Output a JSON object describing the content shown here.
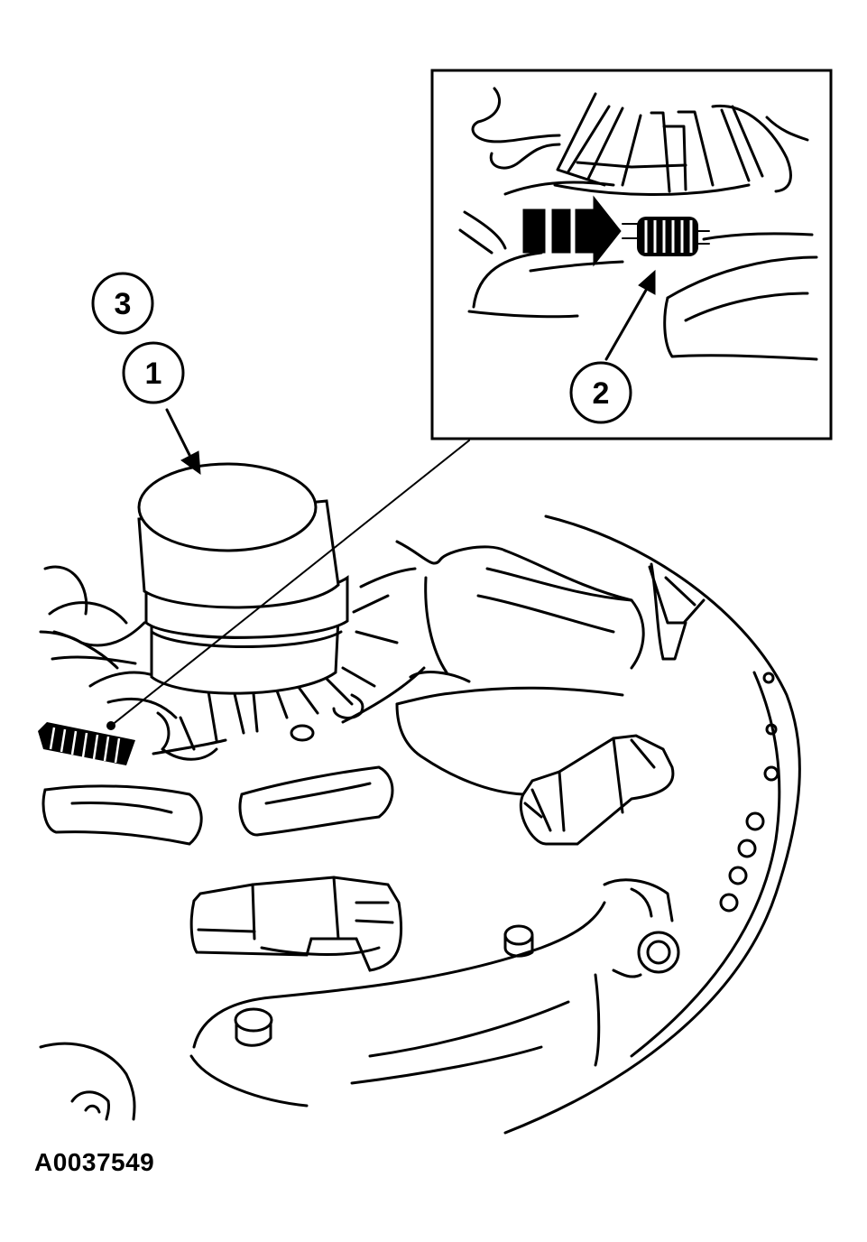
{
  "figure_id": "A0037549",
  "callouts": [
    {
      "number": "1"
    },
    {
      "number": "2"
    },
    {
      "number": "3"
    }
  ]
}
